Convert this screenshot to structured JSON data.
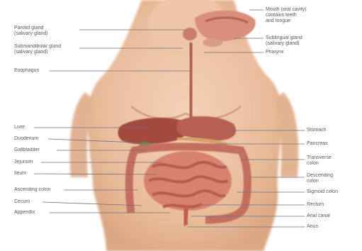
{
  "diagram": {
    "labels_left": {
      "parotid": [
        "Parotid gland",
        "(salivary gland)"
      ],
      "submandibular": [
        "Submandibular gland",
        "(salivary gland)"
      ],
      "esophagus": "Esophagus",
      "liver": "Liver",
      "duodenum": "Duodenum",
      "gallbladder": "Gallbladder",
      "jejunum": "Jejunum",
      "ileum": "Ileum",
      "ascending_colon": "Ascending colon",
      "cecum": "Cecum",
      "appendix": "Appendix"
    },
    "labels_right": {
      "mouth": [
        "Mouth (oral cavity)",
        "contains teeth",
        "and tongue"
      ],
      "sublingual": [
        "Sublingual gland",
        "(salivary gland)"
      ],
      "pharynx": "Pharynx",
      "stomach": "Stomach",
      "pancreas": "Pancreas",
      "transverse_colon": [
        "Transverse",
        "colon"
      ],
      "descending_colon": [
        "Descending",
        "colon"
      ],
      "sigmoid_colon": "Sigmoid colon",
      "rectum": "Rectum",
      "anal_canal": "Anal canal",
      "anus": "Anus"
    }
  }
}
